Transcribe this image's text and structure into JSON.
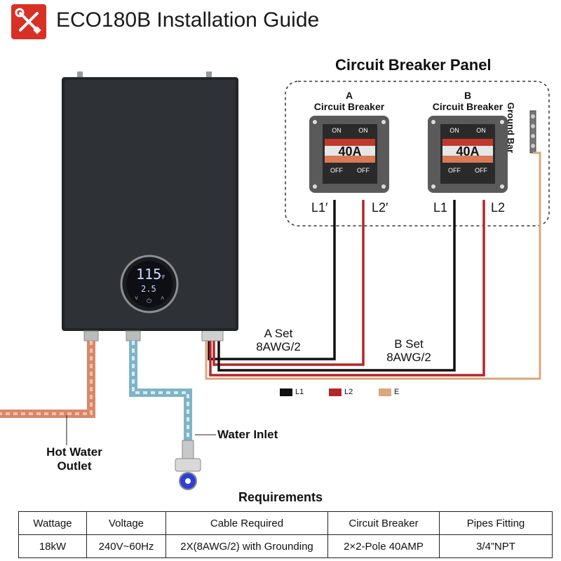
{
  "header": {
    "title": "ECO180B Installation Guide",
    "logo_icon": "tools-icon"
  },
  "panel": {
    "title": "Circuit Breaker Panel",
    "breaker_a": {
      "letter": "A",
      "label": "Circuit Breaker",
      "rating": "40A",
      "on": "ON",
      "off": "OFF",
      "line1": "L1′",
      "line2": "L2′"
    },
    "breaker_b": {
      "letter": "B",
      "label": "Circuit Breaker",
      "rating": "40A",
      "on": "ON",
      "off": "OFF",
      "line1": "L1",
      "line2": "L2"
    },
    "ground_bar": "Ground Bar"
  },
  "heater": {
    "display_main": "115",
    "display_unit": "°F",
    "display_sub": "2.5"
  },
  "wiring": {
    "a_set": {
      "line1": "A Set",
      "line2": "8AWG/2"
    },
    "b_set": {
      "line1": "B Set",
      "line2": "8AWG/2"
    },
    "legend": [
      {
        "label": "L1",
        "color": "#111111"
      },
      {
        "label": "L2",
        "color": "#b3262a"
      },
      {
        "label": "E",
        "color": "#d9a77a"
      }
    ]
  },
  "labels": {
    "water_inlet": "Water Inlet",
    "hot_water_line1": "Hot Water",
    "hot_water_line2": "Outlet"
  },
  "requirements": {
    "title": "Requirements",
    "headers": [
      "Wattage",
      "Voltage",
      "Cable Required",
      "Circuit Breaker",
      "Pipes Fitting"
    ],
    "values": [
      "18kW",
      "240V~60Hz",
      "2X(8AWG/2) with Grounding",
      "2×2-Pole 40AMP",
      "3/4”NPT"
    ]
  },
  "colors": {
    "brand_red": "#d93025",
    "wire_l1": "#111111",
    "wire_l2": "#b3262a",
    "wire_ground": "#d9a77a"
  }
}
